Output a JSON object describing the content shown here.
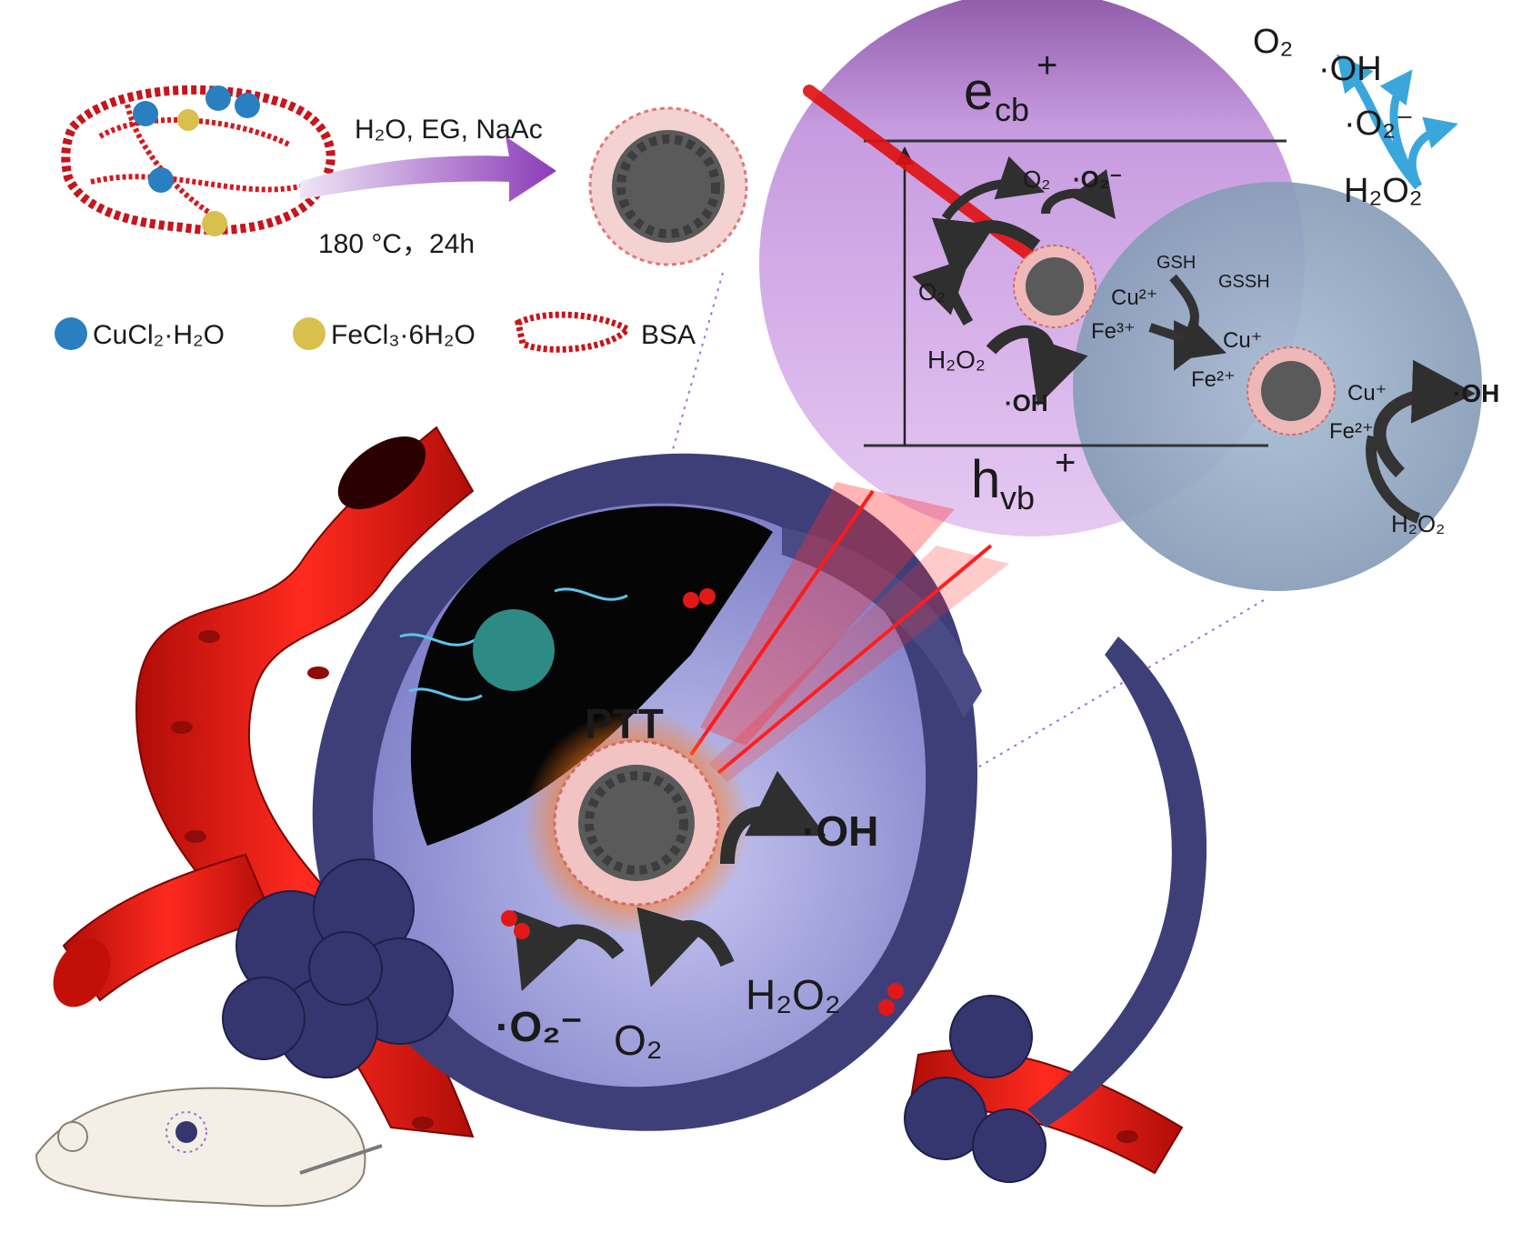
{
  "synthesis": {
    "conditions_top": "H₂O, EG, NaAc",
    "conditions_bottom": "180 °C，24h"
  },
  "legend": {
    "items": [
      {
        "label": "CuCl₂·H₂O",
        "color": "#2a7fc0"
      },
      {
        "label": "FeCl₃·6H₂O",
        "color": "#d9bf4c"
      },
      {
        "label": "BSA",
        "color": "#c8141a"
      }
    ]
  },
  "band_diagram": {
    "conduction_band": "e",
    "conduction_sub": "cb",
    "conduction_sup": "+",
    "valence_band": "h",
    "valence_sub": "vb",
    "valence_sup": "+",
    "o2_top": "O₂",
    "superoxide_top": "·O₂⁻",
    "o2_left": "O₂",
    "h2o2_left": "H₂O₂",
    "oh_left": "·OH",
    "cu2": "Cu²⁺",
    "fe3": "Fe³⁺",
    "gsh": "GSH",
    "gssh": "GSSH"
  },
  "fenton_circle": {
    "cu_plus_top": "Cu⁺",
    "fe2_top": "Fe²⁺",
    "cu_plus_right": "Cu⁺",
    "fe2_right": "Fe²⁺",
    "oh": "·OH",
    "h2o2": "H₂O₂"
  },
  "ros_corner": {
    "o2": "O₂",
    "oh": "·OH",
    "superoxide": "·O₂⁻",
    "h2o2": "H₂O₂"
  },
  "tumor": {
    "ptt_label": "PTT",
    "oh": "·OH",
    "superoxide": "·O₂⁻",
    "o2": "O₂",
    "h2o2": "H₂O₂"
  },
  "colors": {
    "vessel": "#e0160f",
    "tumor_shell": "#3e3f78",
    "band_circle": "#cfa6e0",
    "fenton_circle": "#93a9c2",
    "laser": "#ff2a2a",
    "ros_arrow": "#3aa7dc"
  }
}
